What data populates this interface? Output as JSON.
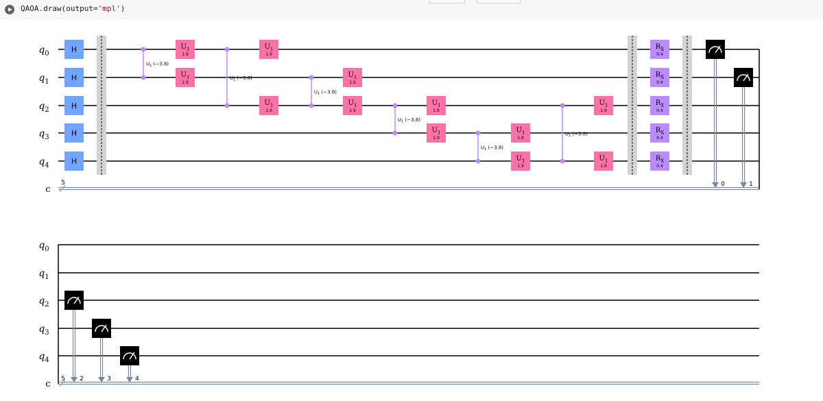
{
  "cell": {
    "code_prefix": "QAOA.draw(output=",
    "code_string": "'mpl'",
    "code_suffix": ")"
  },
  "circuit": {
    "qubit_labels": [
      {
        "base": "q",
        "sub": "0"
      },
      {
        "base": "q",
        "sub": "1"
      },
      {
        "base": "q",
        "sub": "2"
      },
      {
        "base": "q",
        "sub": "3"
      },
      {
        "base": "q",
        "sub": "4"
      }
    ],
    "classical_label": "c",
    "classical_width": "5",
    "h_label": "H",
    "u1_main": "U",
    "u1_sub": "1",
    "u1_param": "1.9",
    "cu1_label": "U",
    "cu1_sub": "1",
    "cu1_param": "(−3.8)",
    "rx_main": "R",
    "rx_sub": "X",
    "rx_param": "0.4",
    "measure_bits": [
      "0",
      "1",
      "2",
      "3",
      "4"
    ]
  },
  "colors": {
    "h_gate": "#6fa4ff",
    "u1_gate": "#ff72a8",
    "rx_gate": "#bb8bff",
    "control": "#bb8bff",
    "barrier": "#d3d3d3",
    "measure": "#000000",
    "classical": "#778899",
    "wire": "#000000"
  }
}
